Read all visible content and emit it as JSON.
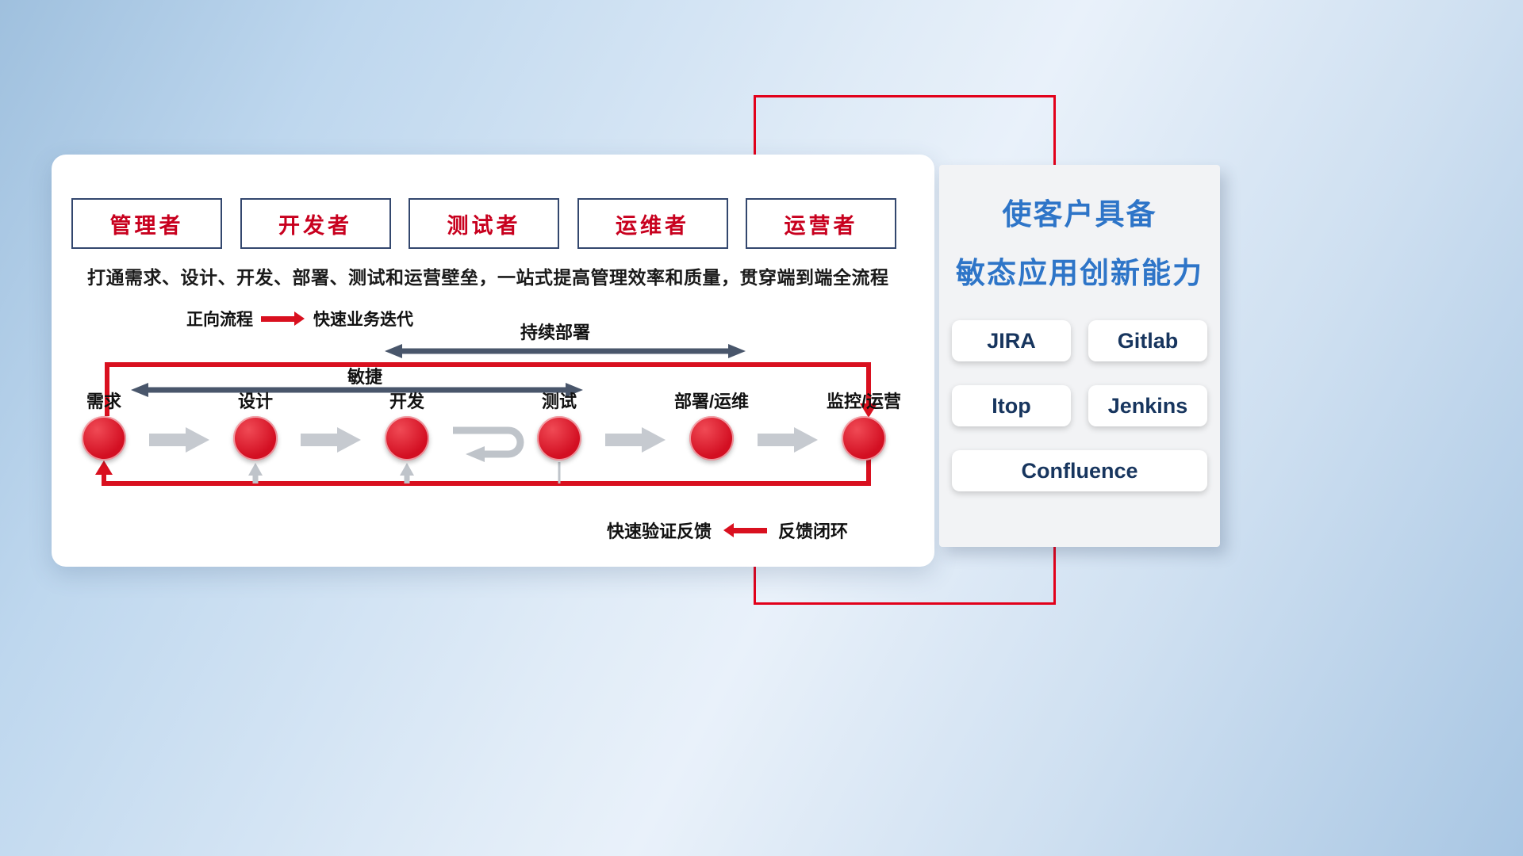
{
  "roles": [
    "管理者",
    "开发者",
    "测试者",
    "运维者",
    "运营者"
  ],
  "headline": "打通需求、设计、开发、部署、测试和运营壁垒，一站式提高管理效率和质量，贯穿端到端全流程",
  "forward_legend": {
    "label": "正向流程",
    "desc": "快速业务迭代"
  },
  "span_arrows": {
    "continuous_deployment": "持续部署",
    "agile": "敏捷"
  },
  "stages": [
    "需求",
    "设计",
    "开发",
    "测试",
    "部署/运维",
    "监控/运营"
  ],
  "feedback_legend": {
    "desc": "快速验证反馈",
    "label": "反馈闭环"
  },
  "side_panel": {
    "title_line1": "使客户具备",
    "title_line2": "敏态应用创新能力",
    "tools": [
      "JIRA",
      "Gitlab",
      "Itop",
      "Jenkins",
      "Confluence"
    ]
  },
  "colors": {
    "accent_red": "#d9101f",
    "frame_red": "#e2001a",
    "navy_border": "#33476e",
    "role_text_red": "#c8001e",
    "slate_arrow": "#49566b",
    "gray_arrow": "#bfc4ca",
    "panel_title_blue": "#2e75c8",
    "tool_text_navy": "#17355e"
  }
}
